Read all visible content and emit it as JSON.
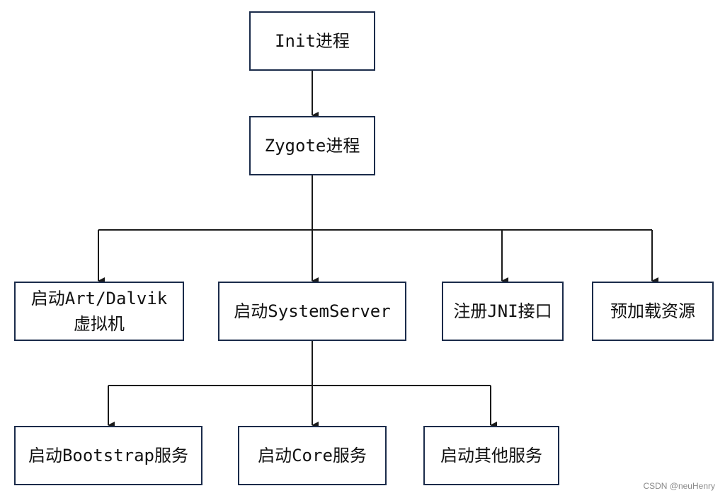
{
  "nodes": {
    "init": "Init进程",
    "zygote": "Zygote进程",
    "art_line1": "启动Art/Dalvik",
    "art_line2": "虚拟机",
    "system_server": "启动SystemServer",
    "jni": "注册JNI接口",
    "preload": "预加载资源",
    "bootstrap": "启动Bootstrap服务",
    "core": "启动Core服务",
    "other": "启动其他服务"
  },
  "edges": [
    [
      "init",
      "zygote"
    ],
    [
      "zygote",
      "art"
    ],
    [
      "zygote",
      "system_server"
    ],
    [
      "zygote",
      "jni"
    ],
    [
      "zygote",
      "preload"
    ],
    [
      "system_server",
      "bootstrap"
    ],
    [
      "system_server",
      "core"
    ],
    [
      "system_server",
      "other"
    ]
  ],
  "watermark": "CSDN @neuHenry",
  "colors": {
    "line": "#1a1a1a",
    "border": "#1a2b4a"
  }
}
